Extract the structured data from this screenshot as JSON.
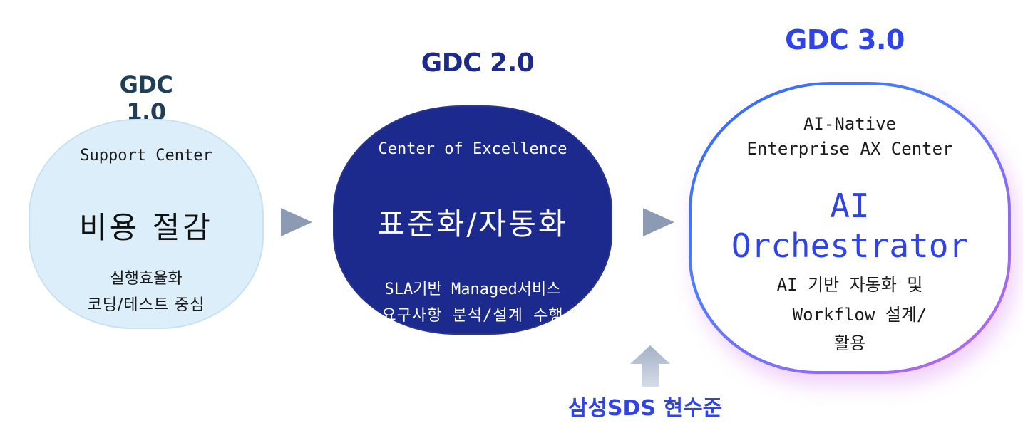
{
  "stages": [
    {
      "title": "GDC 1.0",
      "subtitle": "Support Center",
      "main": "비용 절감",
      "lines": [
        "실행효율화",
        "코딩/테스트 중심"
      ]
    },
    {
      "title": "GDC 2.0",
      "subtitle": "Center of Excellence",
      "main": "표준화/자동화",
      "lines": [
        "SLA기반 Managed서비스",
        "요구사항 분석/설계 수행"
      ]
    },
    {
      "title": "GDC 3.0",
      "subtitle_lines": [
        "AI-Native",
        "Enterprise AX Center"
      ],
      "main_lines": [
        "AI",
        "Orchestrator"
      ],
      "lines": [
        "AI 기반 자동화 및",
        "Workflow 설계/",
        "활용"
      ]
    }
  ],
  "bottom_label": "삼성SDS 현수준",
  "colors": {
    "stage1_fill": "#ddeefb",
    "stage2_fill": "#1c2a8e",
    "stage3_accent": "#2f43e8",
    "arrow": "#8d9ab3"
  },
  "icons": [
    "arrow-right-icon",
    "arrow-right-icon",
    "arrow-up-icon"
  ]
}
